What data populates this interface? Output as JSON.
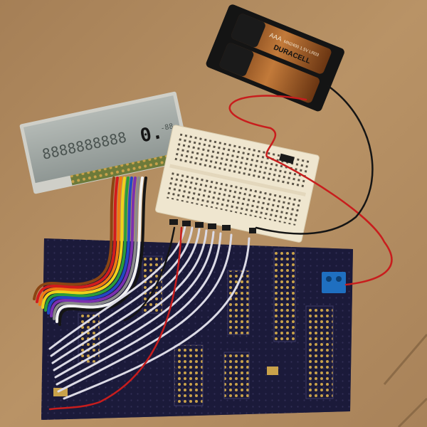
{
  "battery": {
    "brand": "DURACELL",
    "cell_type": "AAA",
    "cell_info": "MN2400 1.5V LR03"
  },
  "lcd": {
    "digits": "8888888888",
    "big_digit": "0.",
    "small_digits": "-88"
  },
  "colors": {
    "cardboard": "#b48d62",
    "pcb": "#1b1a3a",
    "breadboard": "#efe6cf",
    "lcd_glass": "#9fa6a2",
    "wire_red": "#c81d1d",
    "wire_black": "#151515",
    "wire_white": "#dcdbe6",
    "terminal_blue": "#1f6fc0",
    "battery_copper": "#a9602a"
  }
}
